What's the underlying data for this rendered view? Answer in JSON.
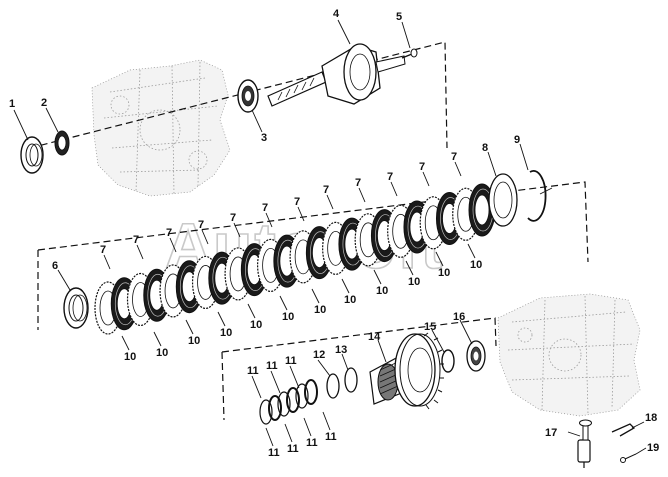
{
  "watermark": "Autosoft",
  "colors": {
    "ink": "#111111",
    "ghost": "#9a9a9a",
    "watermark": "#c9c9c9"
  },
  "callouts": {
    "p1": "1",
    "p2": "2",
    "p3": "3",
    "p4": "4",
    "p5": "5",
    "p6": "6",
    "p7": "7",
    "p8": "8",
    "p9": "9",
    "p10": "10",
    "p11": "11",
    "p12": "12",
    "p13": "13",
    "p14": "14",
    "p15": "15",
    "p16": "16",
    "p17": "17",
    "p18": "18",
    "p19": "19"
  }
}
